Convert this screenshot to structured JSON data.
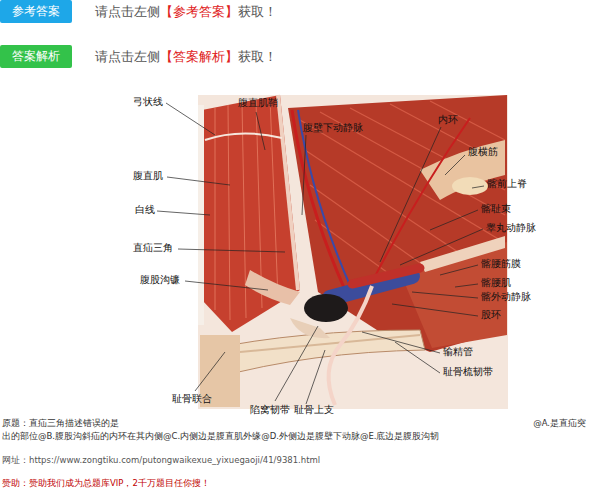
{
  "diagram": {
    "nodes": [
      {
        "text": [
          "参考答案"
        ]
      },
      {
        "text": [
          "答案解析"
        ]
      }
    ],
    "labels": [
      "请点击左侧",
      "【参考答案】",
      "获取！",
      "请点击左侧",
      "【答案解析】",
      "获取！",
      "弓状线",
      "腹直肌鞘",
      "腹壁下动静脉",
      "内环",
      "腹横筋",
      "髂前上脊",
      "腹直肌",
      "髂耻束",
      "白线",
      "睾丸动静脉",
      "直疝三角",
      "髂腰筋膜",
      "腹股沟镰",
      "髂腰肌",
      "髂外动静脉",
      "股环",
      "输精管",
      "耻骨梳韧带",
      "耻骨联合",
      "陷窝韧带",
      "耻骨上支",
      "原题：直疝三角描述错误的是",
      "@A.是直疝突",
      "出的部位@B.腹股沟斜疝的内环在其内侧@C.内侧边是腹直肌外缘@D.外侧边是腹壁下动脉@E.底边是腹股沟韧",
      "网址：https://www.zongtiku.com/putongwaikexue_yixuegaoji/41/9381.html",
      "赞助：赞助我们成为总题库VIP，2千万题目任你搜！"
    ]
  }
}
